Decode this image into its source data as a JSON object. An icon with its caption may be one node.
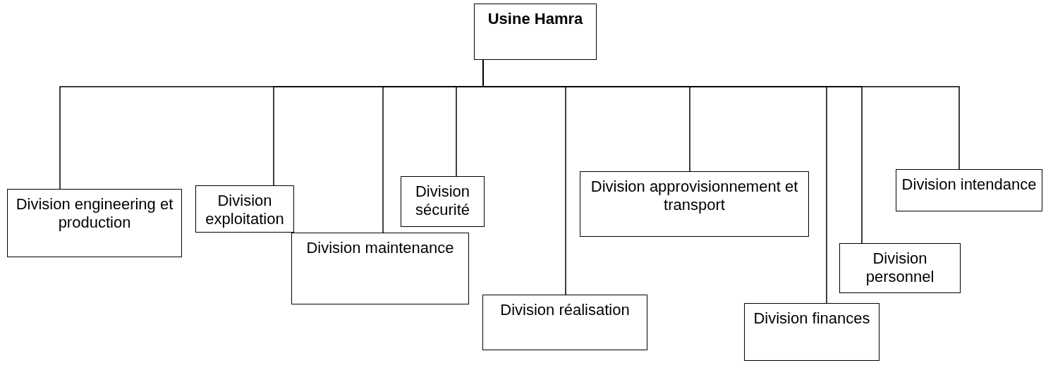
{
  "diagram": {
    "nodes": [
      {
        "text": [
          "Usine Hamra"
        ]
      },
      {
        "text": [
          "Division engineering et production"
        ]
      },
      {
        "text": [
          "Division exploitation"
        ]
      },
      {
        "text": [
          "Division maintenance"
        ]
      },
      {
        "text": [
          "Division sécurité"
        ]
      },
      {
        "text": [
          "Division réalisation"
        ]
      },
      {
        "text": [
          "Division approvisionnement et transport"
        ]
      },
      {
        "text": [
          "Division finances"
        ]
      },
      {
        "text": [
          "Division personnel"
        ]
      },
      {
        "text": [
          "Division intendance"
        ]
      }
    ],
    "edges": [
      {
        "from": 0,
        "to": 1,
        "arrow": "none"
      },
      {
        "from": 0,
        "to": 2,
        "arrow": "none"
      },
      {
        "from": 0,
        "to": 3,
        "arrow": "none"
      },
      {
        "from": 0,
        "to": 4,
        "arrow": "none"
      },
      {
        "from": 0,
        "to": 5,
        "arrow": "none"
      },
      {
        "from": 0,
        "to": 6,
        "arrow": "none"
      },
      {
        "from": 0,
        "to": 7,
        "arrow": "none"
      },
      {
        "from": 0,
        "to": 8,
        "arrow": "none"
      },
      {
        "from": 0,
        "to": 9,
        "arrow": "none"
      }
    ]
  }
}
